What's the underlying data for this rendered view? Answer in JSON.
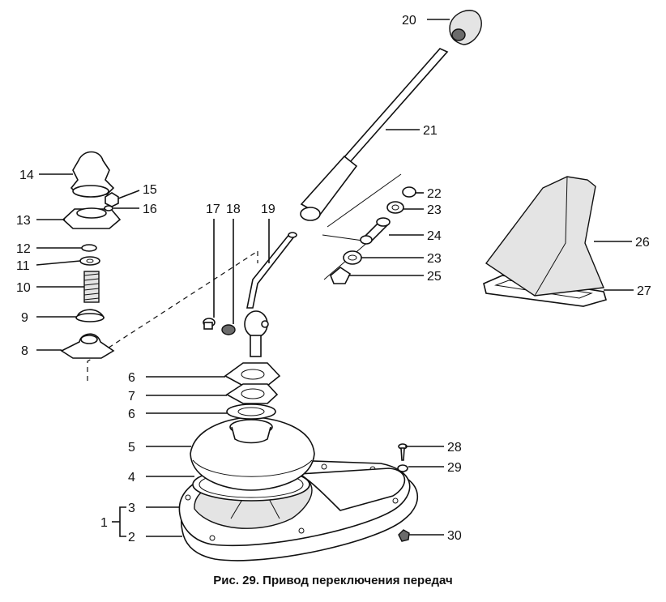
{
  "caption": "Рис. 29. Привод переключения передач",
  "callouts": [
    {
      "id": "1",
      "text": "1"
    },
    {
      "id": "2",
      "text": "2"
    },
    {
      "id": "3",
      "text": "3"
    },
    {
      "id": "4",
      "text": "4"
    },
    {
      "id": "5",
      "text": "5"
    },
    {
      "id": "6a",
      "text": "6"
    },
    {
      "id": "6b",
      "text": "6"
    },
    {
      "id": "7",
      "text": "7"
    },
    {
      "id": "8",
      "text": "8"
    },
    {
      "id": "9",
      "text": "9"
    },
    {
      "id": "10",
      "text": "10"
    },
    {
      "id": "11",
      "text": "11"
    },
    {
      "id": "12",
      "text": "12"
    },
    {
      "id": "13",
      "text": "13"
    },
    {
      "id": "14",
      "text": "14"
    },
    {
      "id": "15",
      "text": "15"
    },
    {
      "id": "16",
      "text": "16"
    },
    {
      "id": "17",
      "text": "17"
    },
    {
      "id": "18",
      "text": "18"
    },
    {
      "id": "19",
      "text": "19"
    },
    {
      "id": "20",
      "text": "20"
    },
    {
      "id": "21",
      "text": "21"
    },
    {
      "id": "22",
      "text": "22"
    },
    {
      "id": "23a",
      "text": "23"
    },
    {
      "id": "23b",
      "text": "23"
    },
    {
      "id": "24",
      "text": "24"
    },
    {
      "id": "25",
      "text": "25"
    },
    {
      "id": "26",
      "text": "26"
    },
    {
      "id": "27",
      "text": "27"
    },
    {
      "id": "28",
      "text": "28"
    },
    {
      "id": "29",
      "text": "29"
    },
    {
      "id": "30",
      "text": "30"
    }
  ]
}
